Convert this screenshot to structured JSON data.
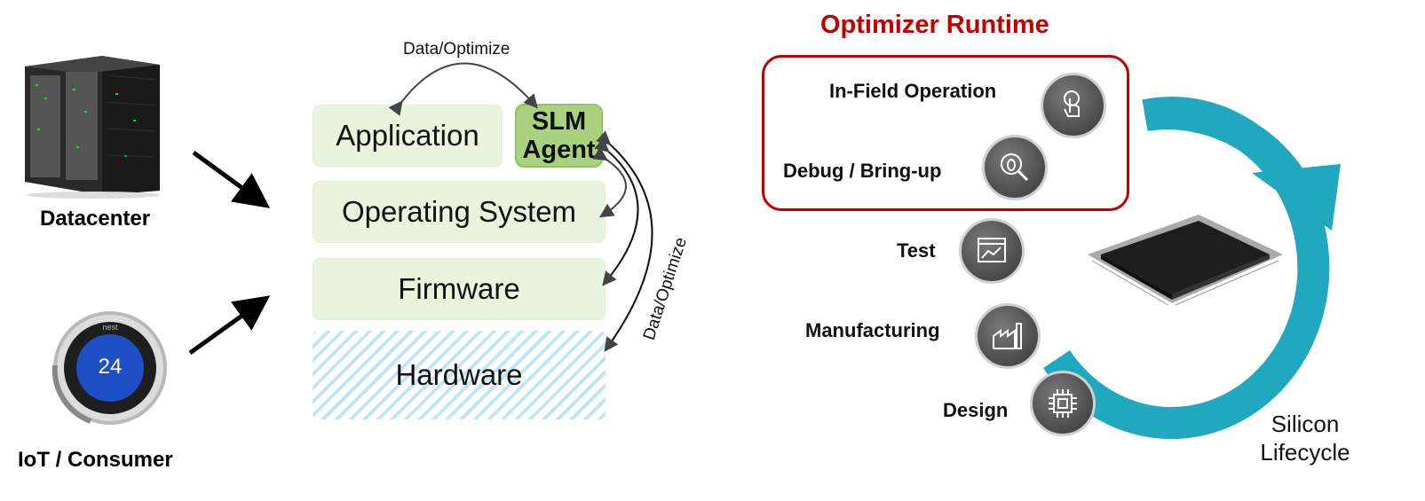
{
  "left": {
    "datacenter_label": "Datacenter",
    "iot_label": "IoT / Consumer",
    "thermostat_value": "24",
    "thermostat_brand": "nest"
  },
  "stack": {
    "top_arc_label": "Data/Optimize",
    "side_arc_label": "Data/Optimize",
    "application": "Application",
    "slm_line1": "SLM",
    "slm_line2": "Agent",
    "operating_system": "Operating System",
    "firmware": "Firmware",
    "hardware": "Hardware"
  },
  "runtime": {
    "title": "Optimizer Runtime",
    "stages": [
      {
        "label": "In-Field Operation",
        "icon": "touch-hand-icon"
      },
      {
        "label": "Debug / Bring-up",
        "icon": "bug-magnifier-icon"
      },
      {
        "label": "Test",
        "icon": "test-chart-icon"
      },
      {
        "label": "Manufacturing",
        "icon": "factory-icon"
      },
      {
        "label": "Design",
        "icon": "chip-design-icon"
      }
    ],
    "lifecycle_line1": "Silicon",
    "lifecycle_line2": "Lifecycle"
  },
  "colors": {
    "accent_red": "#c00000",
    "stack_green": "#eaf4dd",
    "slm_green": "#a9d27f",
    "cycle_teal": "#20a8be",
    "hardware_hatch": "#bfe6f3"
  }
}
